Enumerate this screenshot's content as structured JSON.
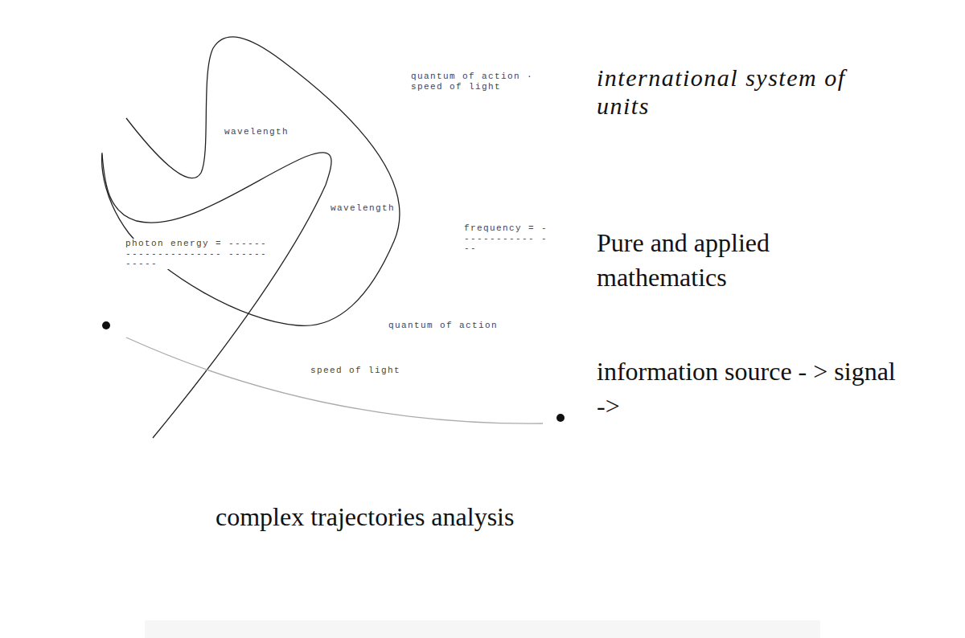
{
  "diagram": {
    "labels": [
      "quantum of action · speed of light",
      "international system of units",
      "wavelength",
      "wavelength",
      "frequency = ------------ ---",
      "photon energy = --------------------- -----------",
      "Pure and applied mathematics",
      "quantum of action",
      "speed of light",
      "information source - > signal ->",
      "complex trajectories analysis"
    ]
  }
}
